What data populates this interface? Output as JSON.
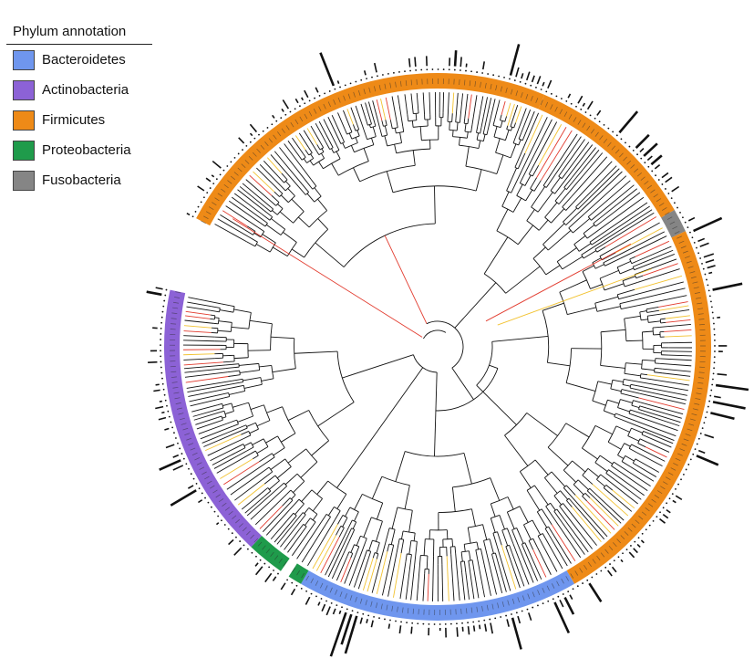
{
  "legend": {
    "title": "Phylum annotation",
    "items": [
      {
        "label": "Bacteroidetes",
        "color": "#6f96ee"
      },
      {
        "label": "Actinobacteria",
        "color": "#8c62d6"
      },
      {
        "label": "Firmicutes",
        "color": "#ee8a17"
      },
      {
        "label": "Proteobacteria",
        "color": "#1f9b4b"
      },
      {
        "label": "Fusobacteria",
        "color": "#858585"
      }
    ]
  },
  "clades": [
    {
      "phylum": "Firmicutes",
      "start_deg": -152,
      "end_deg": -67
    },
    {
      "phylum": "Firmicutes",
      "start_deg": -67,
      "end_deg": -30
    },
    {
      "phylum": "Fusobacteria",
      "start_deg": -30,
      "end_deg": -25
    },
    {
      "phylum": "Firmicutes",
      "start_deg": -25,
      "end_deg": 60
    },
    {
      "phylum": "Bacteroidetes",
      "start_deg": 60,
      "end_deg": 120
    },
    {
      "phylum": "Proteobacteria",
      "start_deg": 120,
      "end_deg": 123
    },
    {
      "phylum": "Proteobacteria",
      "start_deg": 125,
      "end_deg": 133
    },
    {
      "phylum": "Actinobacteria",
      "start_deg": 133,
      "end_deg": 192
    }
  ],
  "branch_colors": {
    "default": "#111111",
    "highlight_red": "#e23b2e",
    "highlight_yellow": "#f2c230"
  }
}
